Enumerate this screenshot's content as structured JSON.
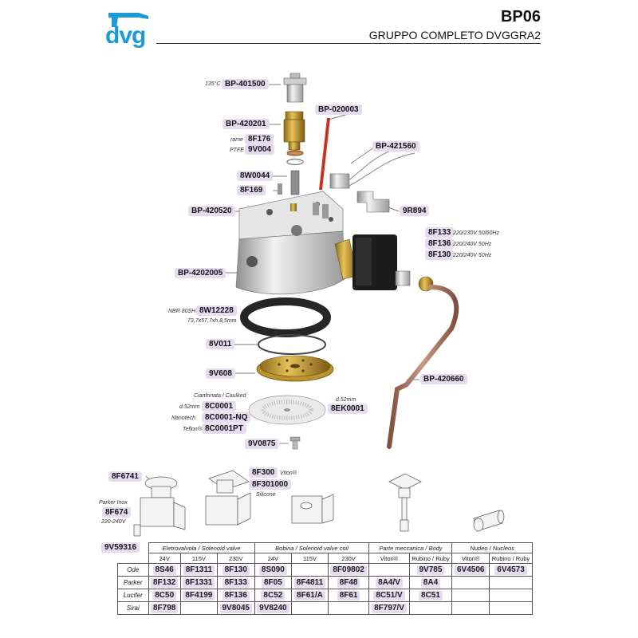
{
  "header": {
    "logo_text": "dvg",
    "code": "BP06",
    "title": "GRUPPO COMPLETO DVGGRA2"
  },
  "colors": {
    "brand": "#1d9ad6",
    "tag_bg": "#e6dcf2",
    "brass": "#c9a13c",
    "copper": "#b57a62"
  },
  "parts": {
    "bp401500": {
      "note": "135°C",
      "code": "BP-401500"
    },
    "bp020003": {
      "code": "BP-020003"
    },
    "bp420201": {
      "code": "BP-420201"
    },
    "bp421560": {
      "code": "BP-421560"
    },
    "f176": {
      "note": "rame",
      "code": "8F176"
    },
    "v004": {
      "note": "PTFE",
      "code": "9V004"
    },
    "w0044": {
      "code": "8W0044"
    },
    "f169": {
      "code": "8F169"
    },
    "bp420520": {
      "code": "BP-420520"
    },
    "r894": {
      "code": "9R894"
    },
    "f133": {
      "code": "8F133",
      "note": "220/230V 50/60Hz"
    },
    "f136": {
      "code": "8F136",
      "note": "220/240V 50Hz"
    },
    "f130": {
      "code": "8F130",
      "note": "220/240V 50Hz"
    },
    "bp4202005": {
      "code": "BP-4202005"
    },
    "w12228": {
      "note": "NBR 80SH",
      "code": "8W12228",
      "dims": "73,7x57,7xh.8,5mm"
    },
    "v011": {
      "code": "8V011"
    },
    "v608": {
      "code": "9V608"
    },
    "bp420660": {
      "code": "BP-420660"
    },
    "c0001": {
      "note_top": "Cianfrinata / Caulked",
      "note": "d.52mm",
      "code": "8C0001"
    },
    "c0001nq": {
      "note": "Nanotech",
      "code": "8C0001-NQ"
    },
    "c0001pt": {
      "note": "Teflon®",
      "code": "8C0001PT"
    },
    "ek0001": {
      "note": "d.52mm",
      "code": "8EK0001"
    },
    "v0875": {
      "code": "9V0875"
    },
    "f6741": {
      "code": "8F6741"
    },
    "f300": {
      "code": "8F300",
      "note": "Viton®"
    },
    "f301000": {
      "code": "8F301000",
      "note": "Silicone"
    },
    "f674": {
      "note": "Parker Inox",
      "code": "8F674",
      "note2": "220-240V"
    },
    "v59316": {
      "code": "9V59316"
    }
  },
  "table": {
    "groups": [
      "Eletrovalvola / Solenoid valve",
      "Bobina / Solenoid valve coil",
      "Parte meccanica / Body",
      "Nudeo / Nucleos"
    ],
    "subheaders": [
      "24V",
      "115V",
      "230V",
      "24V",
      "115V",
      "230V",
      "Viton®",
      "Rubino / Ruby",
      "Viton®",
      "Rubino / Ruby"
    ],
    "rows": [
      {
        "label": "Ode",
        "cells": [
          "8S46",
          "8F1311",
          "8F130",
          "8S090",
          "",
          "8F09802",
          "",
          "9V785",
          "6V4506",
          "6V4573"
        ]
      },
      {
        "label": "Parker",
        "cells": [
          "8F132",
          "8F1331",
          "8F133",
          "8F05",
          "8F4811",
          "8F48",
          "8A4/V",
          "8A4",
          "",
          ""
        ]
      },
      {
        "label": "Lucifer",
        "cells": [
          "8C50",
          "8F4199",
          "8F136",
          "8C52",
          "8F61/A",
          "8F61",
          "8C51/V",
          "8C51",
          "",
          ""
        ]
      },
      {
        "label": "Sirai",
        "cells": [
          "8F798",
          "",
          "9V8045",
          "9V8240",
          "",
          "",
          "8F797/V",
          "",
          "",
          ""
        ]
      }
    ]
  }
}
